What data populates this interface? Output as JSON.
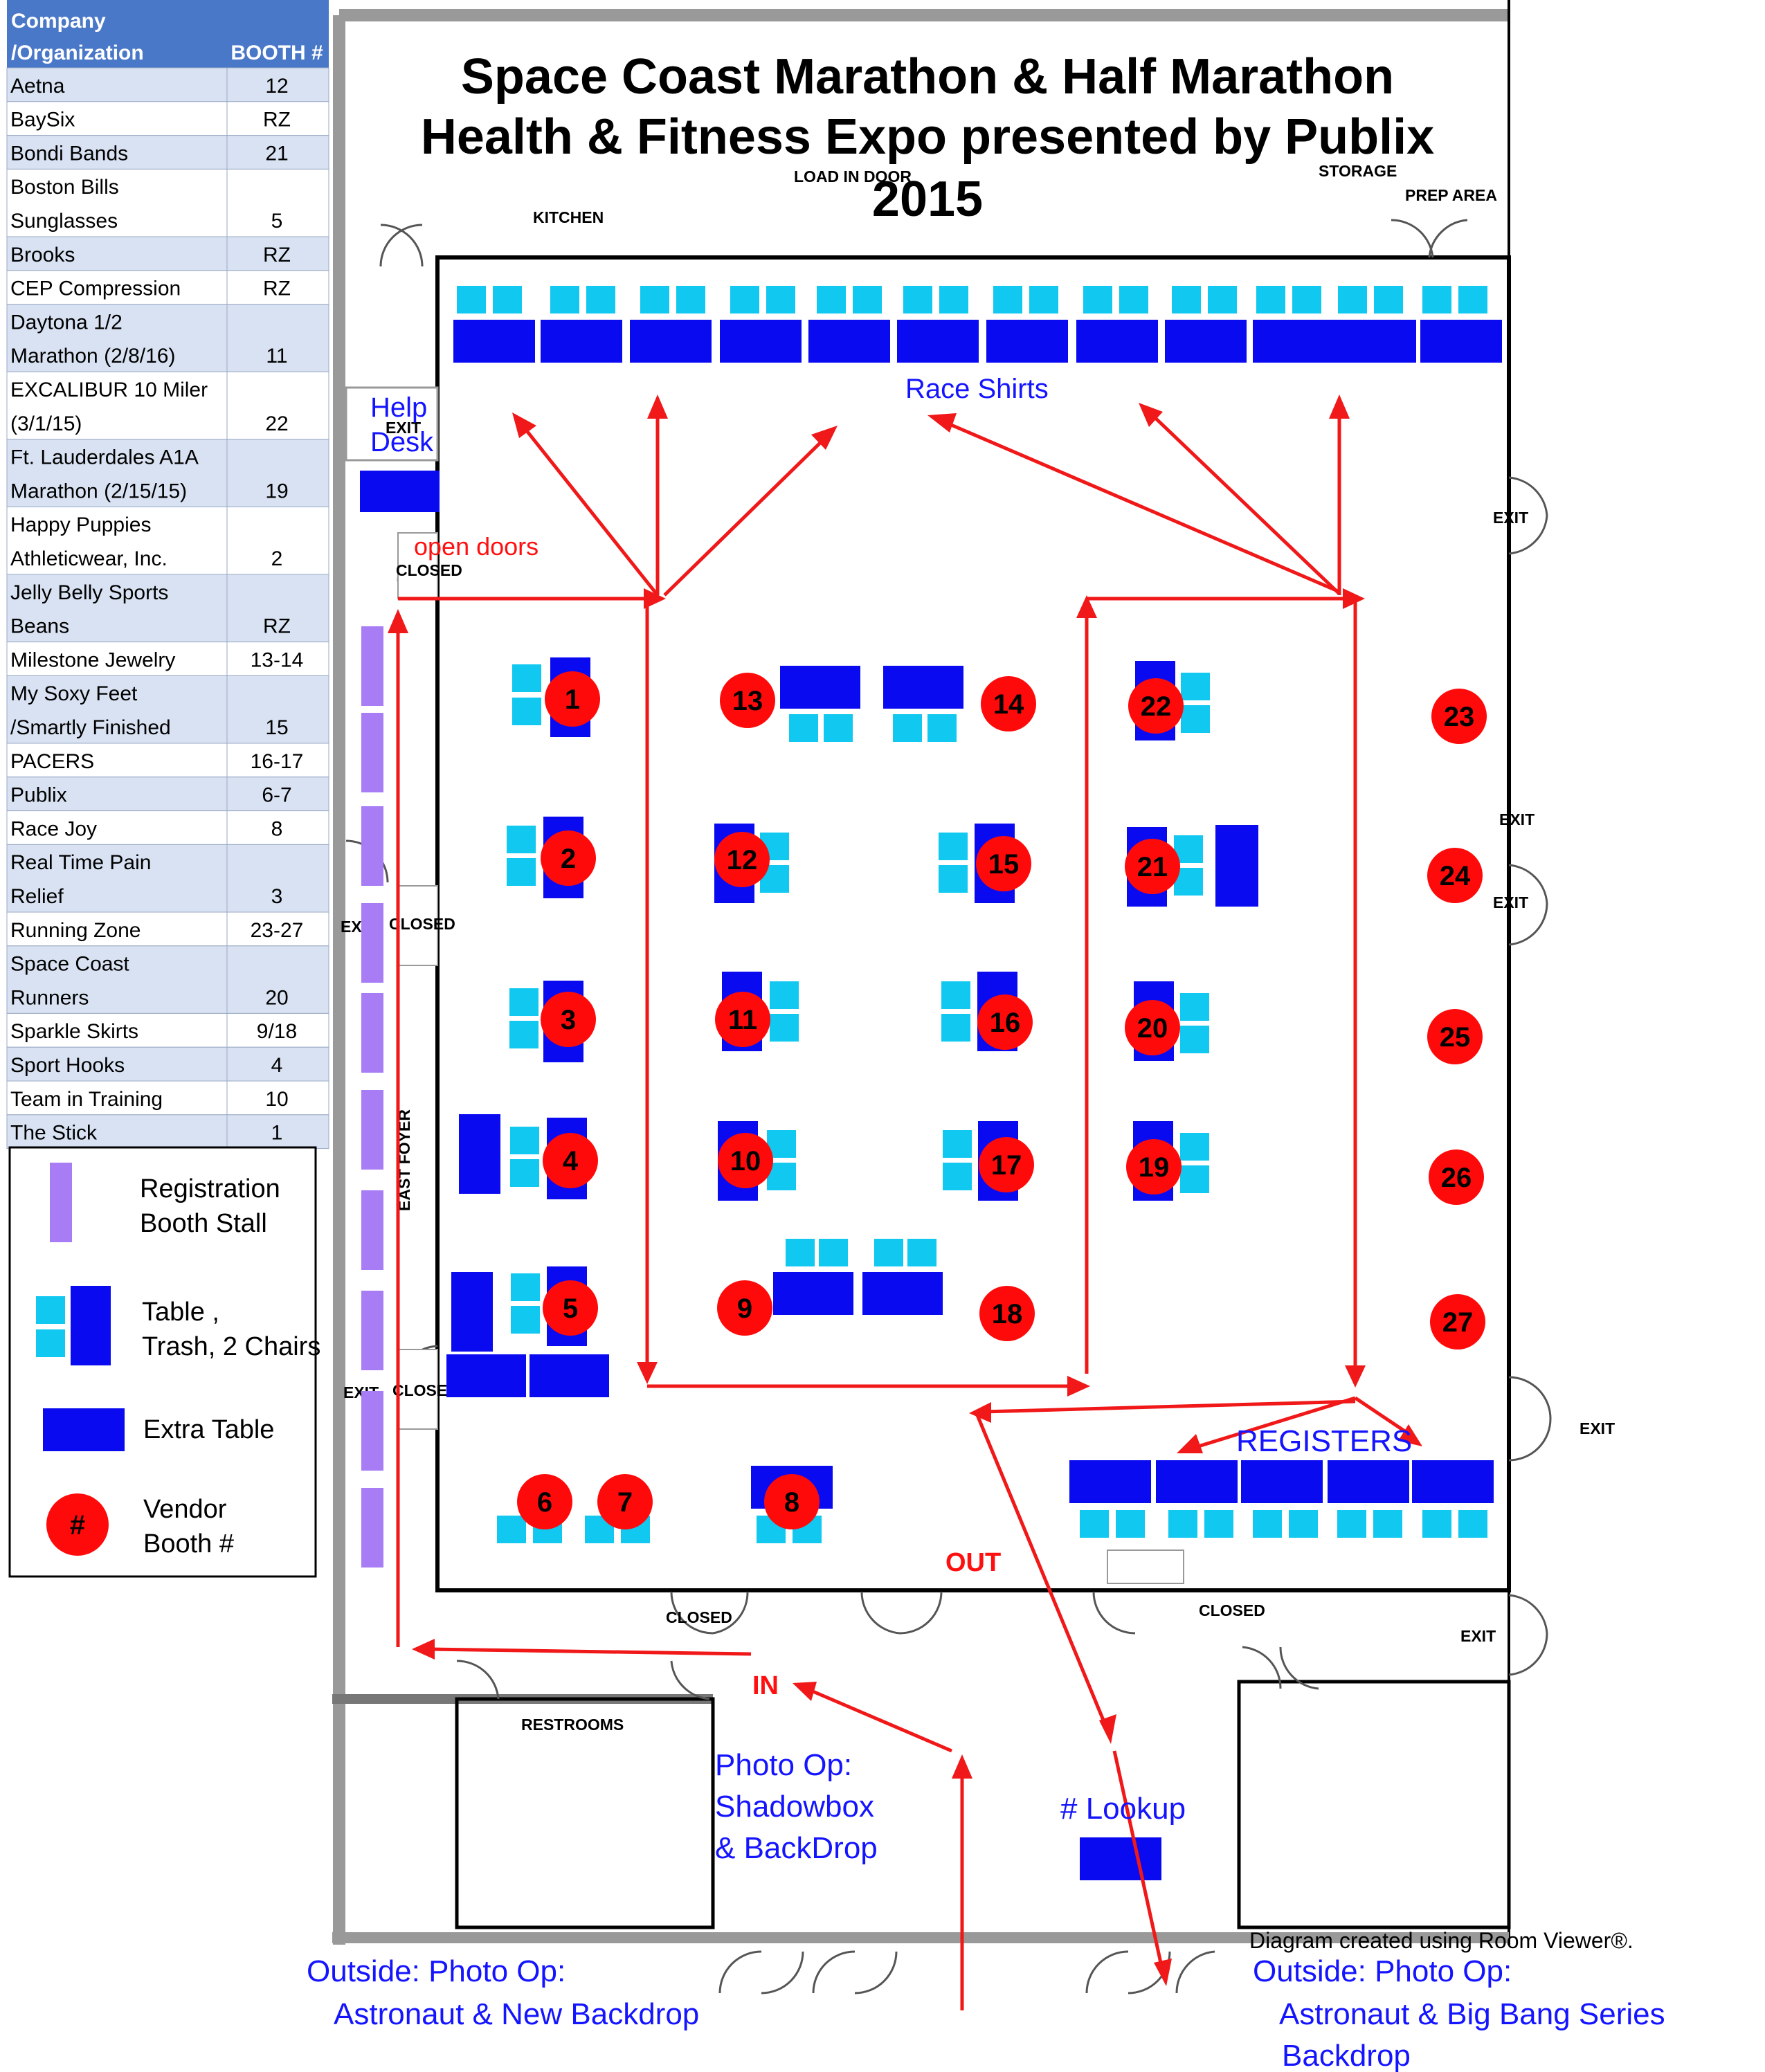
{
  "title": {
    "line1": "Space Coast Marathon & Half Marathon",
    "line2": "Health & Fitness Expo presented by Publix",
    "line3": "2015"
  },
  "directory": {
    "header_company": "Company",
    "header_org": "/Organization",
    "header_booth": "BOOTH #",
    "rows": [
      {
        "name": [
          "Aetna"
        ],
        "booth": "12"
      },
      {
        "name": [
          "BaySix"
        ],
        "booth": "RZ"
      },
      {
        "name": [
          "Bondi Bands"
        ],
        "booth": "21"
      },
      {
        "name": [
          "Boston Bills",
          "Sunglasses"
        ],
        "booth": "5"
      },
      {
        "name": [
          "Brooks"
        ],
        "booth": "RZ"
      },
      {
        "name": [
          "CEP Compression"
        ],
        "booth": "RZ"
      },
      {
        "name": [
          "Daytona 1/2",
          "Marathon (2/8/16)"
        ],
        "booth": "11"
      },
      {
        "name": [
          "EXCALIBUR 10 Miler",
          "(3/1/15)"
        ],
        "booth": "22"
      },
      {
        "name": [
          "Ft. Lauderdales A1A",
          "Marathon (2/15/15)"
        ],
        "booth": "19"
      },
      {
        "name": [
          "Happy Puppies",
          "Athleticwear, Inc."
        ],
        "booth": "2"
      },
      {
        "name": [
          "Jelly Belly Sports",
          "Beans"
        ],
        "booth": "RZ"
      },
      {
        "name": [
          "Milestone Jewelry"
        ],
        "booth": "13-14"
      },
      {
        "name": [
          "My Soxy Feet",
          "/Smartly Finished"
        ],
        "booth": "15"
      },
      {
        "name": [
          "PACERS"
        ],
        "booth": "16-17"
      },
      {
        "name": [
          "Publix"
        ],
        "booth": "6-7"
      },
      {
        "name": [
          "Race Joy"
        ],
        "booth": "8"
      },
      {
        "name": [
          "Real Time Pain",
          "Relief"
        ],
        "booth": "3"
      },
      {
        "name": [
          "Running Zone"
        ],
        "booth": "23-27"
      },
      {
        "name": [
          "Space Coast",
          "Runners"
        ],
        "booth": "20"
      },
      {
        "name": [
          "Sparkle Skirts"
        ],
        "booth": "9/18"
      },
      {
        "name": [
          "Sport Hooks"
        ],
        "booth": "4"
      },
      {
        "name": [
          "Team in Training"
        ],
        "booth": "10"
      },
      {
        "name": [
          "The Stick"
        ],
        "booth": "1"
      }
    ]
  },
  "legend": {
    "registration": [
      "Registration",
      "Booth Stall"
    ],
    "table_set": [
      "Table ,",
      "Trash, 2 Chairs"
    ],
    "extra_table": "Extra Table",
    "vendor_symbol": "#",
    "vendor": [
      "Vendor",
      "Booth #"
    ]
  },
  "room_labels": {
    "load_in": "LOAD IN DOOR",
    "storage": "STORAGE",
    "prep": "PREP AREA",
    "kitchen": "KITCHEN",
    "exit": "EXIT",
    "closed": "CLOSED",
    "ex_partial": "EX",
    "clos_partial": "CLOSE",
    "east_foyer": "EAST FOYER",
    "restrooms": "RESTROOMS",
    "help_desk": [
      "Help",
      "Desk"
    ],
    "race_shirts": "Race Shirts",
    "open_doors": "open doors",
    "registers": "REGISTERS",
    "out": "OUT",
    "in": "IN",
    "lookup": "# Lookup",
    "photo_inside": [
      "Photo Op:",
      "Shadowbox",
      "& BackDrop"
    ],
    "outside_left": [
      "Outside: Photo Op:",
      "Astronaut & New Backdrop"
    ],
    "outside_right": [
      "Outside: Photo Op:",
      "Astronaut & Big Bang Series",
      "Backdrop"
    ],
    "credit": "Diagram created using Room Viewer®."
  },
  "booths": [
    "1",
    "2",
    "3",
    "4",
    "5",
    "6",
    "7",
    "8",
    "9",
    "10",
    "11",
    "12",
    "13",
    "14",
    "15",
    "16",
    "17",
    "18",
    "19",
    "20",
    "21",
    "22",
    "23",
    "24",
    "25",
    "26",
    "27"
  ],
  "colors": {
    "table_blue": "#0a0af0",
    "chair_cyan": "#10c8f0",
    "booth_red": "#ff0a0a",
    "arrow_red": "#f01818",
    "text_blue": "#1414ff",
    "reg_purple": "#a77cf5",
    "header_blue": "#4a78c8",
    "row_alt": "#d8e2f2"
  }
}
